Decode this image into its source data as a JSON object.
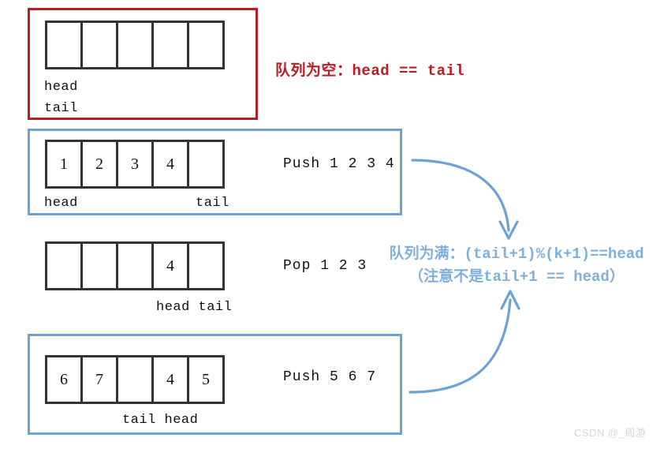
{
  "diagram": {
    "title": "circular-queue-states",
    "colors": {
      "empty_highlight": "#b81d22",
      "full_highlight": "#6ba3d6",
      "cell_border": "#333333",
      "annotation_blue": "#7fb0db",
      "watermark": "#d6d6d6"
    },
    "rows": [
      {
        "id": "row-empty",
        "frame": "red",
        "cells": [
          "",
          "",
          "",
          "",
          ""
        ],
        "pointers": [
          {
            "name": "head",
            "label": "head"
          },
          {
            "name": "tail",
            "label": "tail"
          }
        ],
        "operation": ""
      },
      {
        "id": "row-push-1234",
        "frame": "blue",
        "cells": [
          "1",
          "2",
          "3",
          "4",
          ""
        ],
        "pointers": [
          {
            "name": "head",
            "label": "head"
          },
          {
            "name": "tail",
            "label": "tail"
          }
        ],
        "operation": "Push 1 2 3 4"
      },
      {
        "id": "row-pop-123",
        "frame": "none",
        "cells": [
          "",
          "",
          "",
          "4",
          ""
        ],
        "pointers": [
          {
            "name": "head-tail",
            "label": "head tail"
          }
        ],
        "operation": "Pop 1 2 3"
      },
      {
        "id": "row-push-567",
        "frame": "blue",
        "cells": [
          "6",
          "7",
          "",
          "4",
          "5"
        ],
        "pointers": [
          {
            "name": "tail-head",
            "label": "tail head"
          }
        ],
        "operation": "Push 5 6 7"
      }
    ],
    "annotations": {
      "empty_condition": {
        "cn": "队列为空：",
        "expr": "head == tail"
      },
      "full_condition": {
        "cn": "队列为满：",
        "expr": "(tail+1)%(k+1)==head",
        "note_cn": "（注意不是",
        "note_expr": "tail+1 == head",
        "note_close": "）"
      }
    },
    "watermark": "CSDN @_周游"
  }
}
